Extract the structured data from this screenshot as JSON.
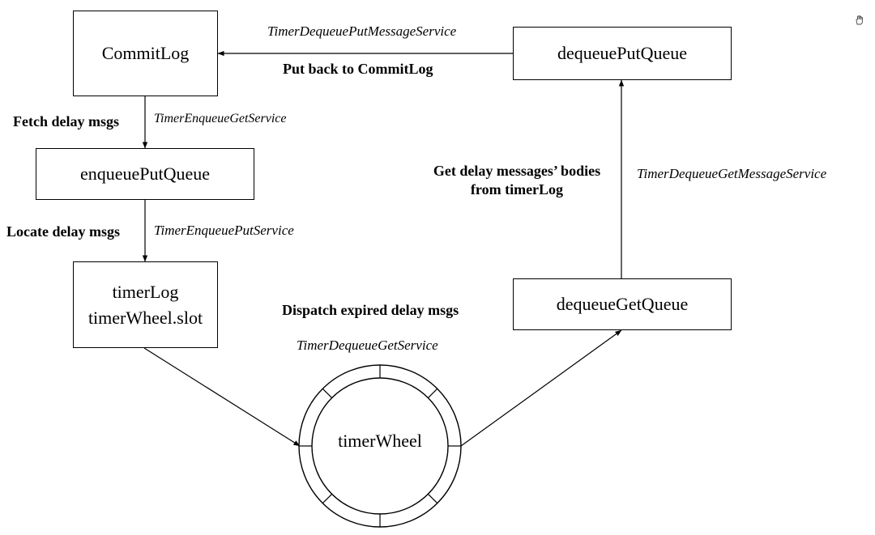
{
  "nodes": {
    "commitlog": "CommitLog",
    "enqueue_put_queue": "enqueuePutQueue",
    "timerlog": "timerLog",
    "timerwheel_slot": "timerWheel.slot",
    "dequeue_put_queue": "dequeuePutQueue",
    "dequeue_get_queue": "dequeueGetQueue",
    "timer_wheel": "timerWheel"
  },
  "edges": {
    "put_back": {
      "service": "TimerDequeuePutMessageService",
      "action": "Put back to CommitLog"
    },
    "fetch": {
      "action": "Fetch delay msgs",
      "service": "TimerEnqueueGetService"
    },
    "locate": {
      "action": "Locate delay msgs",
      "service": "TimerEnqueuePutService"
    },
    "get_bodies": {
      "action_line1": "Get delay messages’ bodies",
      "action_line2": "from timerLog",
      "service": "TimerDequeueGetMessageService"
    },
    "dispatch": {
      "action": "Dispatch expired delay msgs",
      "service": "TimerDequeueGetService"
    }
  },
  "icons": {
    "corner": "hand-cursor-icon"
  },
  "colors": {
    "stroke": "#000000",
    "background": "#ffffff"
  }
}
